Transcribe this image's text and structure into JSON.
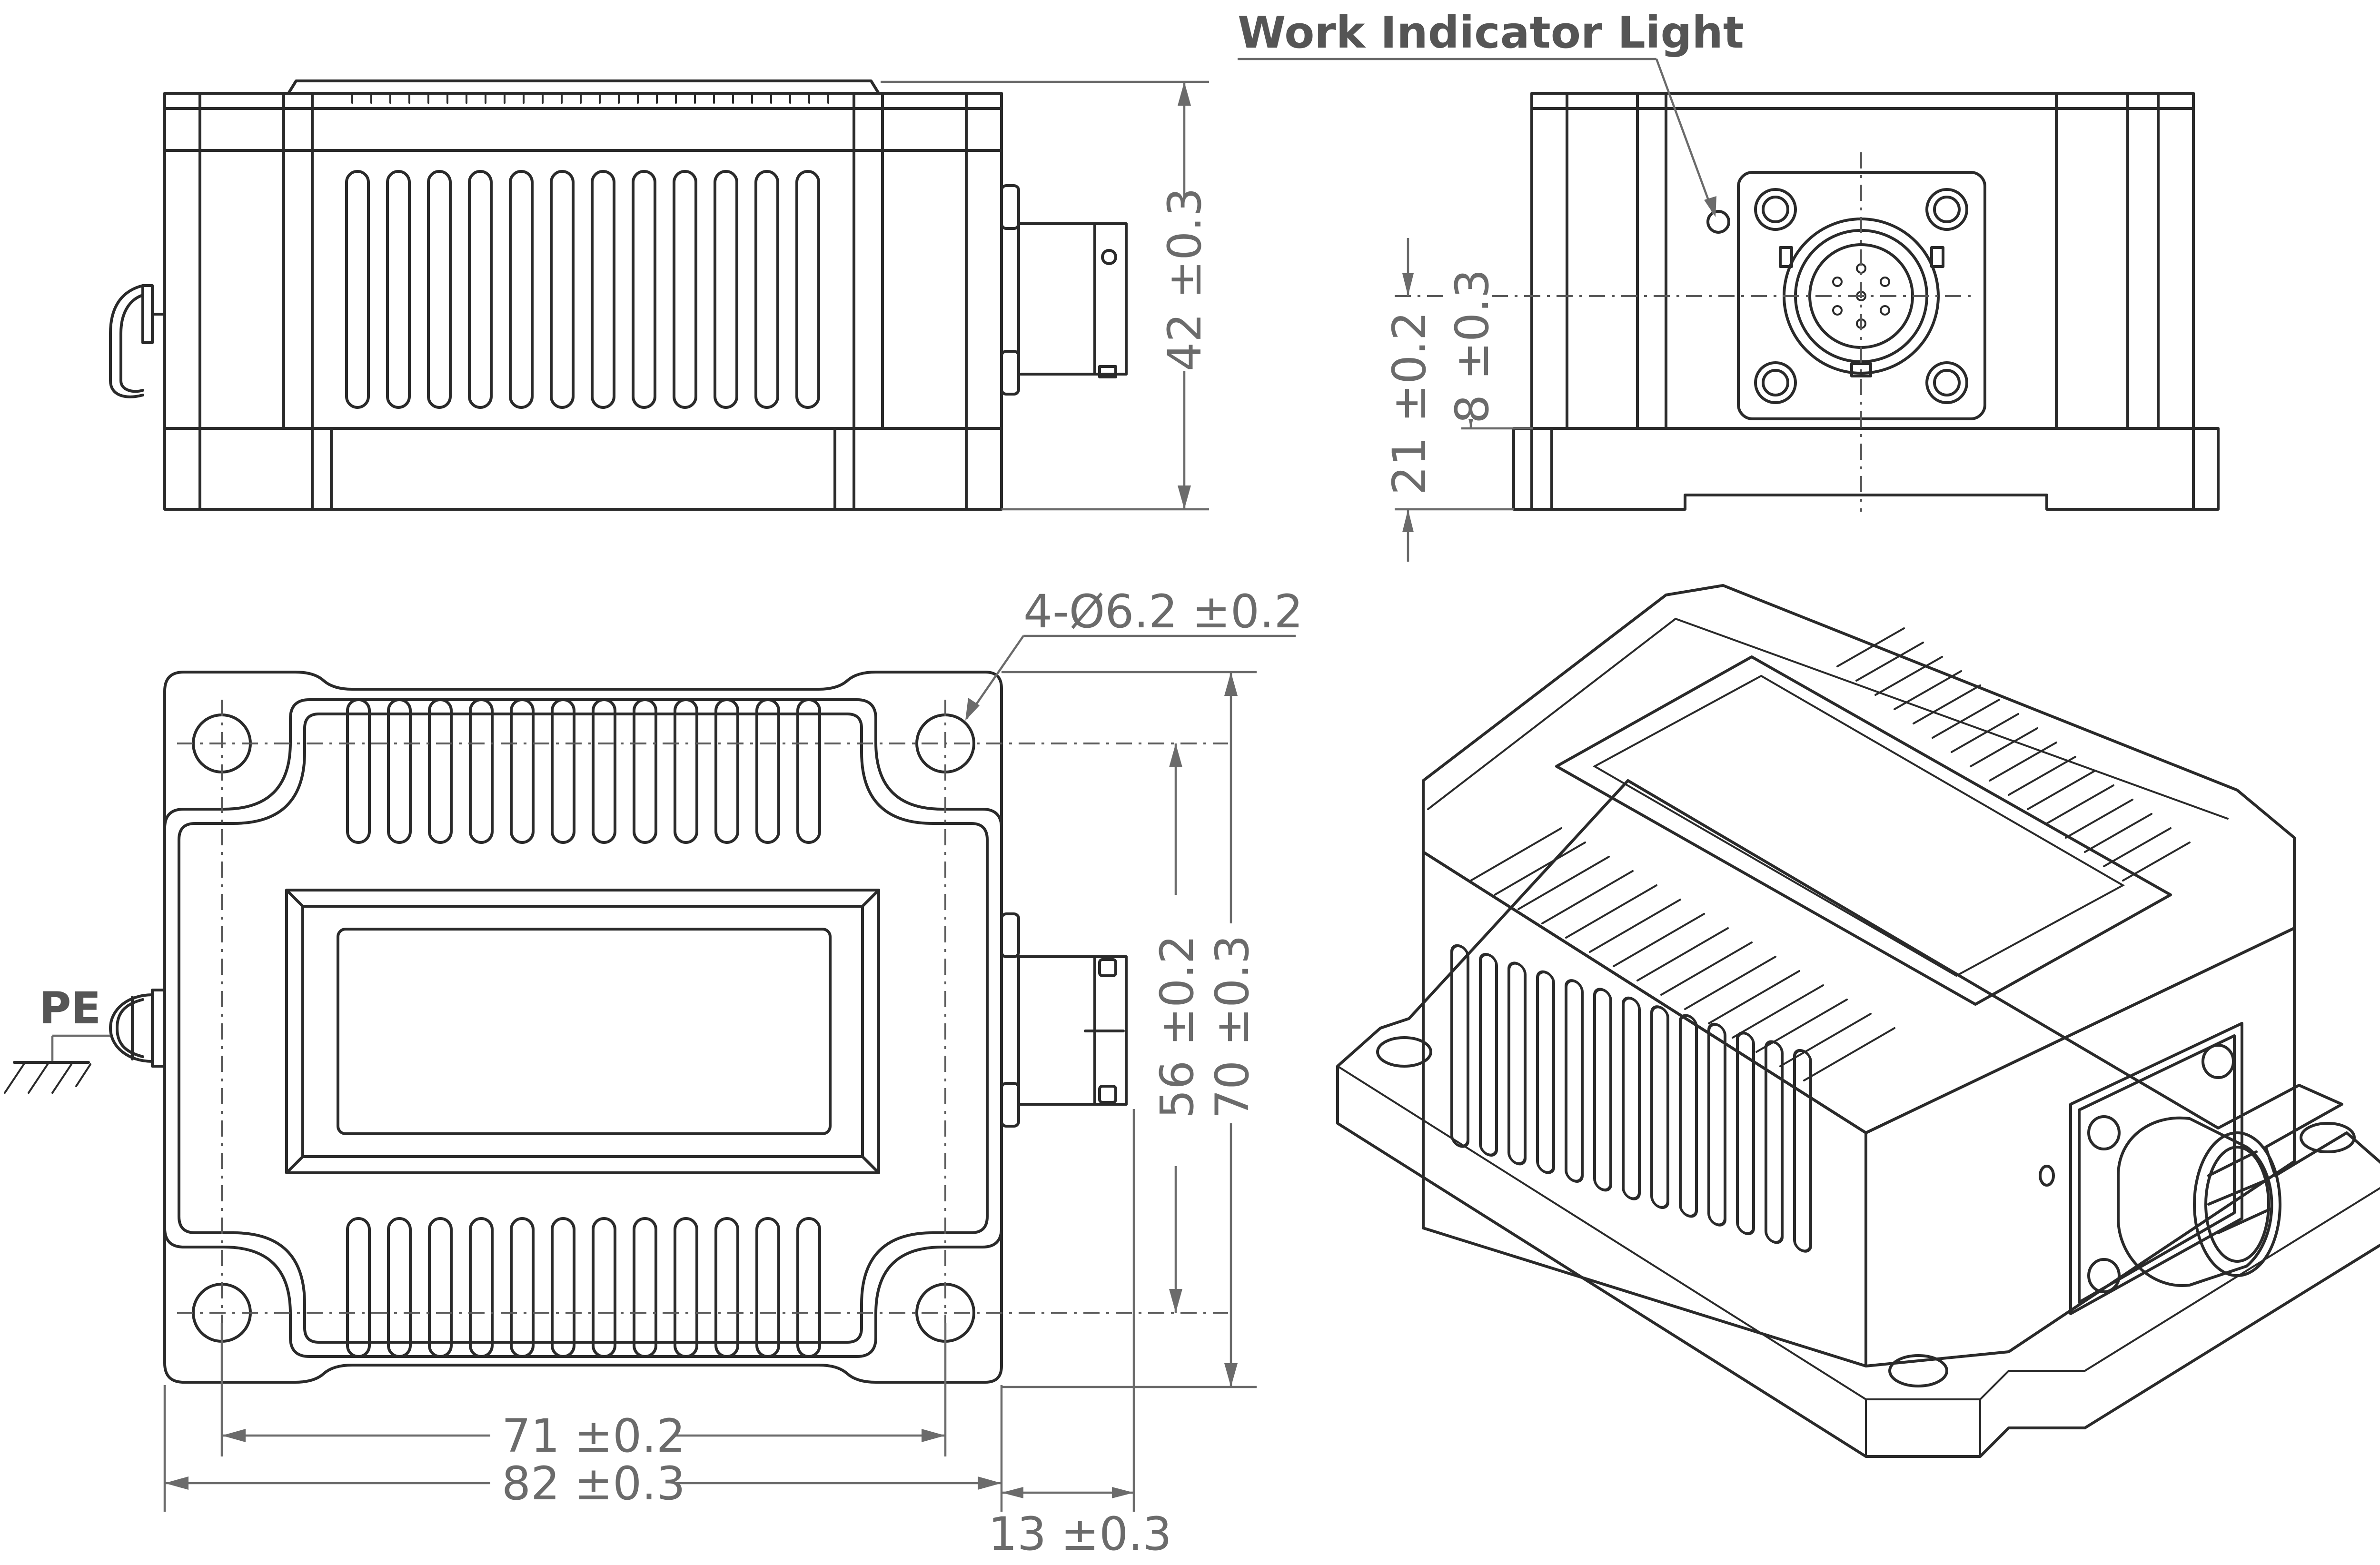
{
  "labels": {
    "work_indicator": "Work Indicator Light",
    "pe": "PE"
  },
  "dimensions": {
    "height_side": "42 ±0.3",
    "indicator_offset": "8 ±0.3",
    "connector_height": "21 ±0.2",
    "holes": "4-Ø6.2 ±0.2",
    "hole_spacing_v": "56 ±0.2",
    "length_v": "70 ±0.3",
    "hole_spacing_h": "71 ±0.2",
    "width_h": "82 ±0.3",
    "connector_depth": "13 ±0.3"
  }
}
